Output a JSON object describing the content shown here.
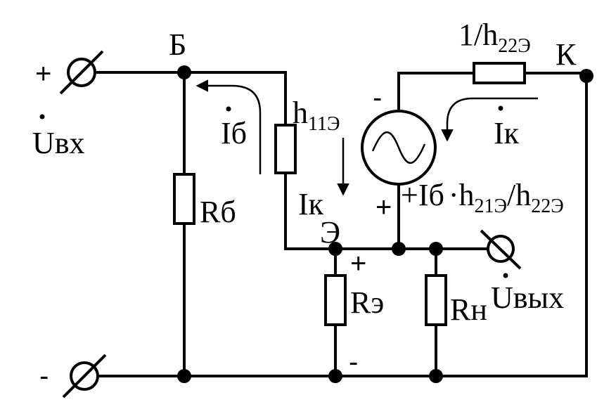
{
  "labels": {
    "node_base": "Б",
    "node_collector": "К",
    "node_emitter": "Э",
    "input_voltage": "Uвх",
    "output_voltage": "Uвых",
    "base_current": "Iб",
    "collector_current_loop": "Iк",
    "collector_current_branch": "Iк",
    "resistor_base": "Rб",
    "resistor_emitter": "Rэ",
    "resistor_load": "Rн",
    "h11_main": "h",
    "h11_sub": "11Э",
    "h22_prefix": "1/h",
    "h22_sub": "22Э",
    "source_main": "+Iб",
    "source_dot": "·",
    "source_h": "h",
    "source_h_sub": "21Э",
    "source_div": "/h",
    "source_div_sub": "22Э"
  },
  "signs": {
    "input_plus": "+",
    "input_minus": "-",
    "source_minus": "-",
    "source_plus": "+",
    "emitter_plus": "+",
    "emitter_minus": "-"
  },
  "colors": {
    "wire": "#000000",
    "background": "#ffffff"
  }
}
